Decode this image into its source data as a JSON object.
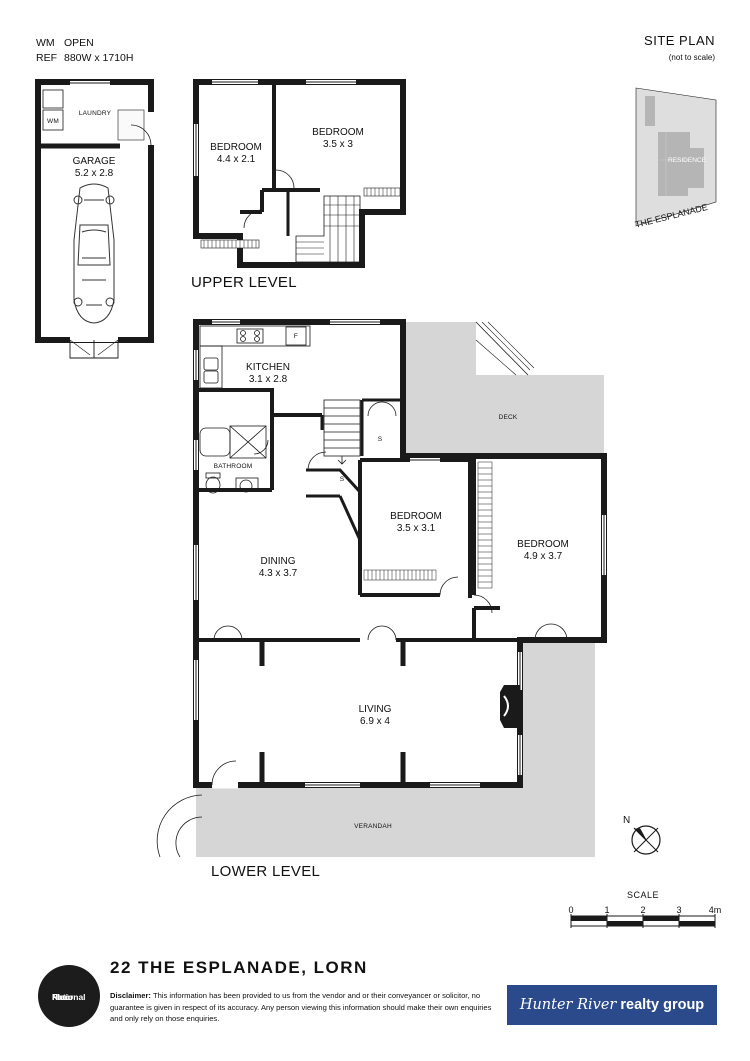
{
  "legend": {
    "rows": [
      {
        "key": "WM",
        "value": "OPEN"
      },
      {
        "key": "REF",
        "value": "880W x 1710H"
      }
    ]
  },
  "levels": {
    "upper": "UPPER LEVEL",
    "lower": "LOWER LEVEL"
  },
  "rooms": {
    "laundry": {
      "name": "LAUNDRY"
    },
    "wm": {
      "name": "WM"
    },
    "garage": {
      "name": "GARAGE",
      "size": "5.2 x 2.8"
    },
    "upper_bedroom_1": {
      "name": "BEDROOM",
      "size": "4.4 x 2.1"
    },
    "upper_bedroom_2": {
      "name": "BEDROOM",
      "size": "3.5 x 3"
    },
    "kitchen": {
      "name": "KITCHEN",
      "size": "3.1 x 2.8"
    },
    "fridge": {
      "name": "F"
    },
    "bathroom": {
      "name": "BATHROOM"
    },
    "store_1": {
      "name": "S"
    },
    "store_2": {
      "name": "S"
    },
    "deck": {
      "name": "DECK"
    },
    "lower_bedroom_1": {
      "name": "BEDROOM",
      "size": "3.5 x 3.1"
    },
    "lower_bedroom_2": {
      "name": "BEDROOM",
      "size": "4.9 x 3.7"
    },
    "dining": {
      "name": "DINING",
      "size": "4.3 x 3.7"
    },
    "living": {
      "name": "LIVING",
      "size": "6.9 x 4"
    },
    "verandah": {
      "name": "VERANDAH"
    }
  },
  "site_plan": {
    "title": "SITE PLAN",
    "subtitle": "(not to scale)",
    "residence": "RESIDENCE",
    "street": "THE ESPLANADE"
  },
  "compass": {
    "label": "N"
  },
  "scale": {
    "label": "SCALE",
    "ticks": [
      "0",
      "1",
      "2",
      "3",
      "4m"
    ]
  },
  "address": "22 THE ESPLANADE, LORN",
  "disclaimer": {
    "lead": "Disclaimer:",
    "text": "This information has been provided to us from the vendor and or their conveyancer or solicitor, no guarantee is given in respect of its accuracy. Any person viewing this information should make their own enquiries and only rely on those enquiries."
  },
  "brand": {
    "floorplan_logo": [
      "Floor",
      "Plan",
      "National"
    ],
    "agent": {
      "part1": "Hunter River",
      "part2": "realty group"
    }
  },
  "colors": {
    "wall": "#1a1a1a",
    "outdoor_fill": "#d6d6d6",
    "site_fill": "#dedede",
    "residence_fill": "#b5b5b5",
    "agent_bg": "#2a4a8c"
  }
}
